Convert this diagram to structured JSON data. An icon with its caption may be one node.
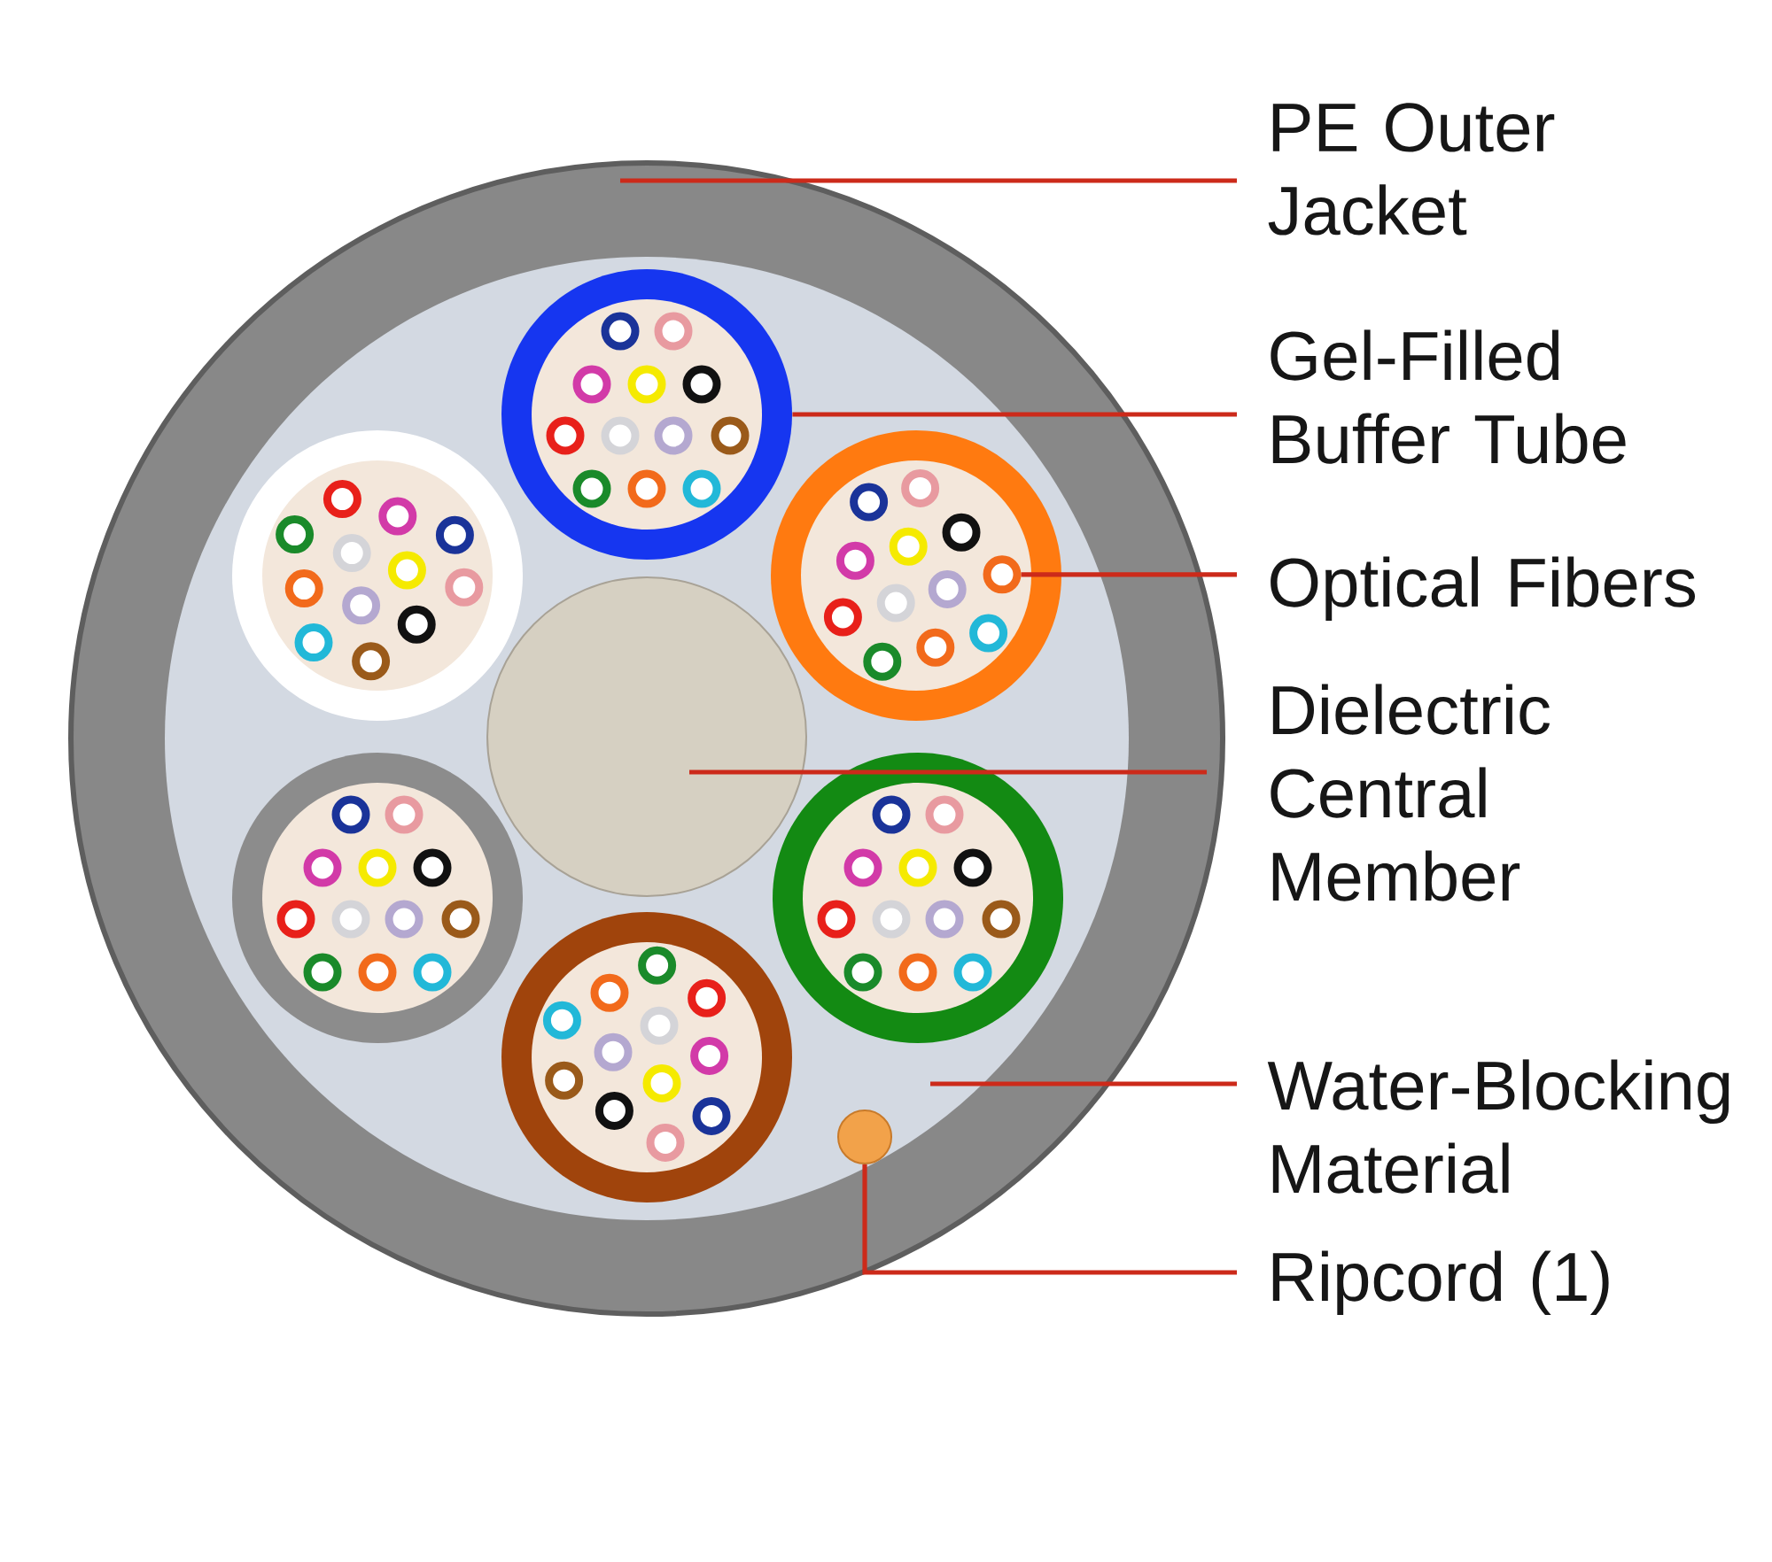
{
  "diagram": {
    "nodes": [
      {
        "text": [
          "PE Outer Jacket"
        ]
      },
      {
        "text": [
          "Gel-Filled Buffer Tube"
        ]
      },
      {
        "text": [
          "Optical Fibers"
        ]
      },
      {
        "text": [
          "Dielectric Central Member"
        ]
      },
      {
        "text": [
          "Water-Blocking Material"
        ]
      },
      {
        "text": [
          "Ripcord (1)"
        ]
      },
      {
        "text": [],
        "shape": "circle"
      },
      {
        "text": [],
        "shape": "circle",
        "in": 10
      },
      {
        "text": [],
        "shape": "circle",
        "in": 10
      },
      {
        "text": [],
        "shape": "circle",
        "in": 10
      },
      {
        "text": [],
        "shape": "circle",
        "in": 6
      },
      {
        "text": [],
        "shape": "circle",
        "in": 10
      },
      {
        "text": [],
        "shape": "circle",
        "in": 10
      },
      {
        "text": [],
        "shape": "circle",
        "in": 10
      },
      {
        "text": [],
        "shape": "circle",
        "in": 10
      },
      {
        "text": [],
        "shape": "circle",
        "in": 10
      },
      {
        "text": [],
        "shape": "circle",
        "in": 10
      }
    ],
    "edges": [
      {
        "from": 0,
        "to": 6,
        "arrow": "none"
      },
      {
        "from": 1,
        "to": 7,
        "arrow": "none"
      },
      {
        "from": 2,
        "to": 8,
        "arrow": "none"
      },
      {
        "from": 3,
        "to": 9,
        "arrow": "none"
      },
      {
        "from": 4,
        "to": 10,
        "arrow": "none"
      },
      {
        "from": 5,
        "to": 11,
        "arrow": "none"
      }
    ]
  }
}
